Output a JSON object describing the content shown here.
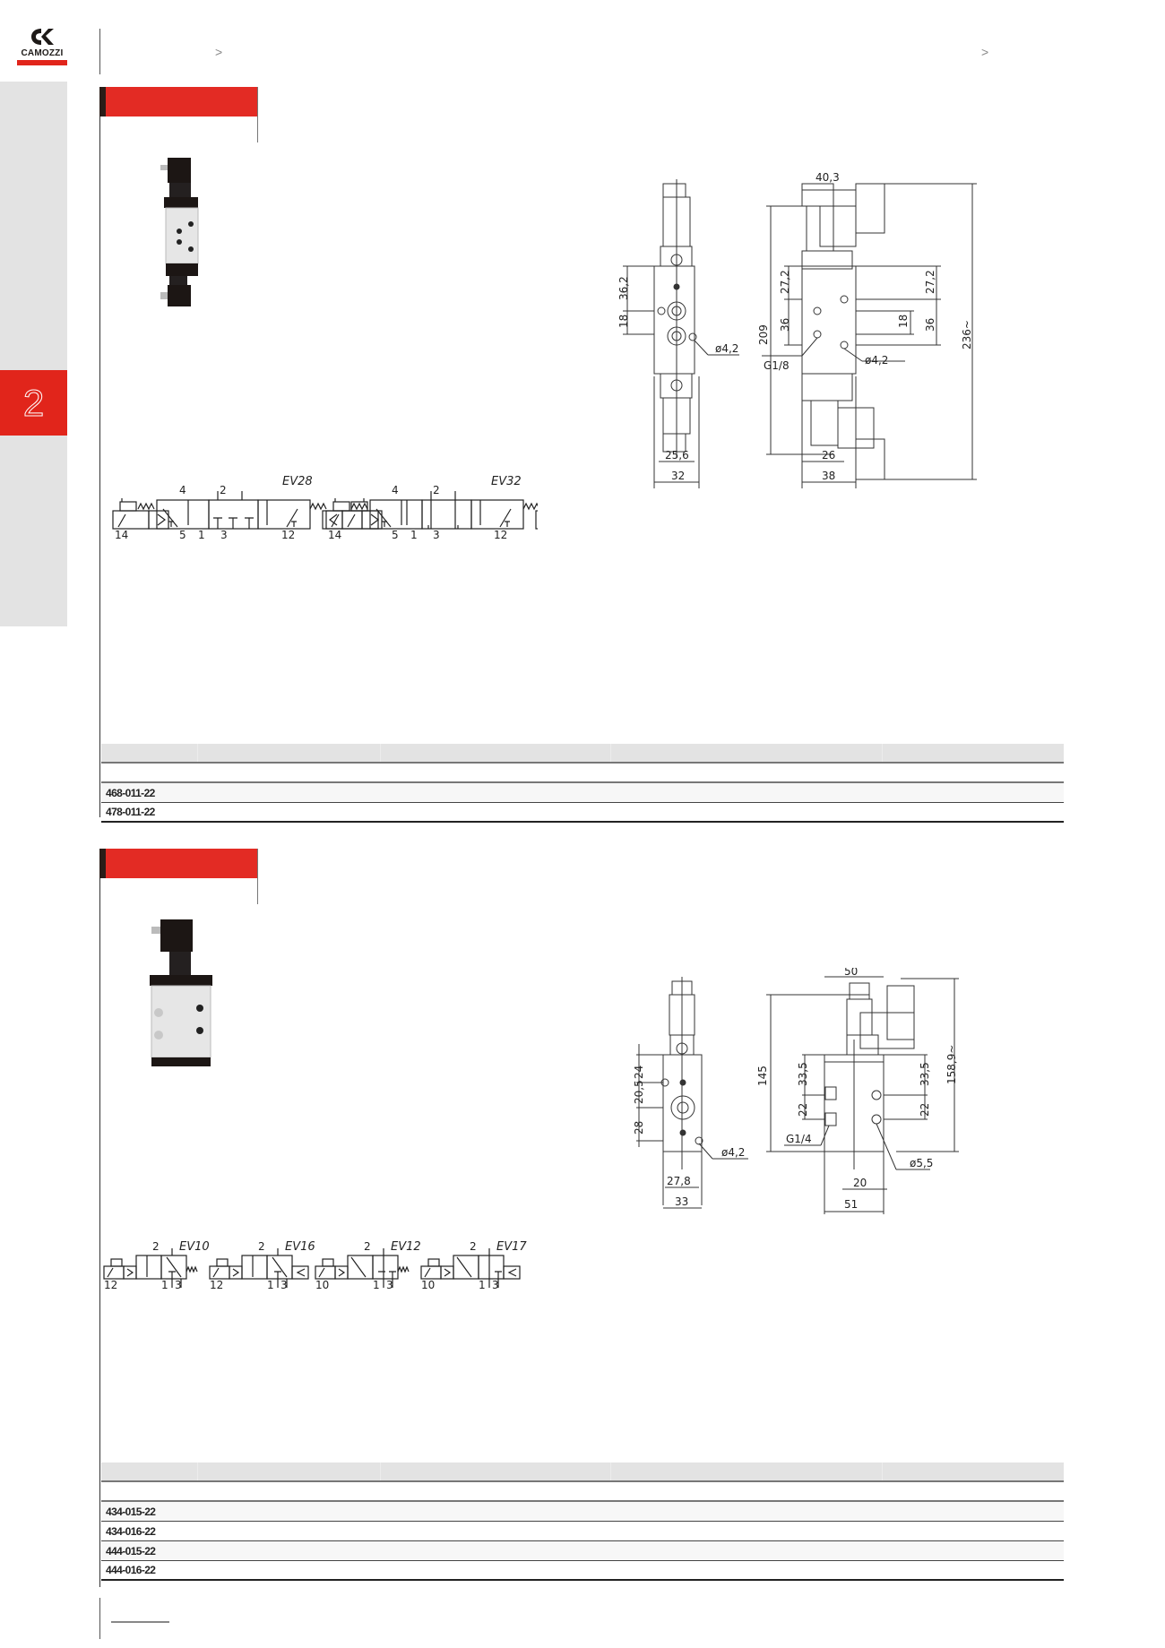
{
  "header": {
    "brand": "CAMOZZI",
    "logo_icon": "camozzi-ck-logo",
    "breadcrumb_separators": [
      ">",
      ">"
    ]
  },
  "side_tab": {
    "chapter_number": "2",
    "colors": {
      "tab_bg": "#e3e3e3",
      "chapter_bg": "#e1251b"
    }
  },
  "colors": {
    "accent_red": "#e32b24",
    "dark": "#2a1d18",
    "table_header": "#e3e3e3"
  },
  "sections": [
    {
      "photo_icon": "double-solenoid-valve-photo",
      "symbols": [
        {
          "label": "EV28",
          "ports": [
            "4",
            "2",
            "14",
            "5",
            "1",
            "3",
            "12"
          ]
        },
        {
          "label": "EV32",
          "ports": [
            "4",
            "2",
            "14",
            "5",
            "1",
            "3",
            "12"
          ]
        }
      ],
      "drawing": {
        "dims_front": [
          "36,2",
          "18",
          "ø4,2",
          "25,6",
          "32"
        ],
        "dims_side": [
          "40,3",
          "209",
          "27,2",
          "36",
          "G1/8",
          "27,2",
          "18",
          "36",
          "ø4,2",
          "236~",
          "26",
          "38"
        ]
      },
      "table": {
        "rows": [
          {
            "code": "468-011-22"
          },
          {
            "code": "478-011-22"
          }
        ]
      }
    },
    {
      "photo_icon": "single-solenoid-valve-photo",
      "symbols": [
        {
          "label": "EV10",
          "ports": [
            "2",
            "12",
            "1",
            "3"
          ]
        },
        {
          "label": "EV16",
          "ports": [
            "2",
            "12",
            "1",
            "3"
          ]
        },
        {
          "label": "EV12",
          "ports": [
            "2",
            "10",
            "1",
            "3"
          ]
        },
        {
          "label": "EV17",
          "ports": [
            "2",
            "10",
            "1",
            "3"
          ]
        }
      ],
      "drawing": {
        "dims_front": [
          "24",
          "20,5",
          "28",
          "ø4,2",
          "27,8",
          "33"
        ],
        "dims_side": [
          "50",
          "145",
          "33,5",
          "22",
          "G1/4",
          "33,5",
          "22",
          "158,9~",
          "ø5,5",
          "20",
          "51"
        ]
      },
      "table": {
        "rows": [
          {
            "code": "434-015-22"
          },
          {
            "code": "434-016-22"
          },
          {
            "code": "444-015-22"
          },
          {
            "code": "444-016-22"
          }
        ]
      }
    }
  ]
}
